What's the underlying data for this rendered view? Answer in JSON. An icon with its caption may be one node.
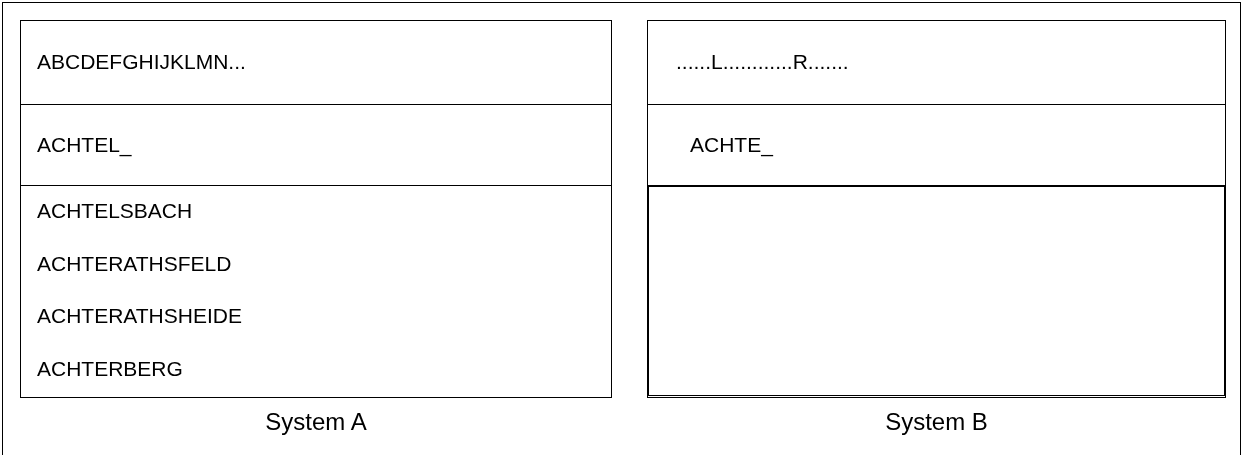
{
  "diagram": {
    "nodes": [
      {
        "text": [
          "System A"
        ]
      },
      {
        "text": [
          "ABCDEFGHIJKLMN..."
        ],
        "in": 0
      },
      {
        "text": [
          "ACHTEL_"
        ],
        "in": 0
      },
      {
        "text": [
          "ACHTELSBACH",
          "ACHTERATHSFELD",
          "ACHTERATHSHEIDE",
          "ACHTERBERG"
        ],
        "in": 0
      },
      {
        "text": [
          "System B"
        ]
      },
      {
        "text": [
          "......L............R......."
        ],
        "in": 4
      },
      {
        "text": [
          "ACHTE_"
        ],
        "in": 4
      },
      {
        "text": [],
        "shape": "box",
        "in": 4
      }
    ]
  }
}
